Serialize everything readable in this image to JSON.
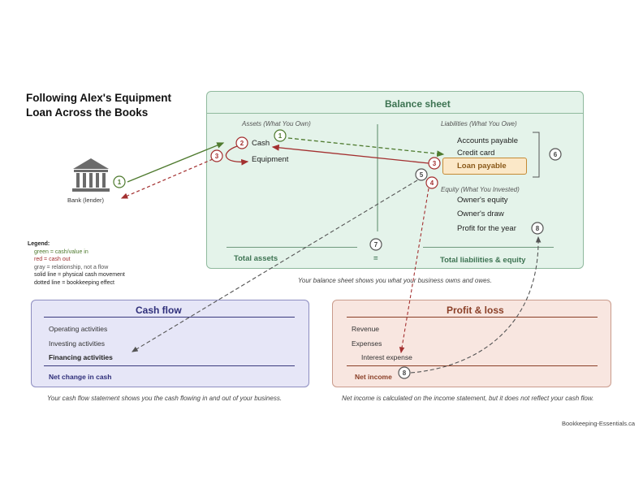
{
  "title": {
    "line1": "Following Alex's Equipment",
    "line2": "Loan Across the Books"
  },
  "balance_sheet": {
    "title": "Balance sheet",
    "assets_heading": "Assets (What You Own)",
    "liabilities_heading": "Liabilities (What You Owe)",
    "equity_heading": "Equity (What You Invested)",
    "assets": [
      "Cash",
      "Equipment"
    ],
    "liabilities": [
      "Accounts payable",
      "Credit card",
      "Loan payable"
    ],
    "equity": [
      "Owner's equity",
      "Owner's draw",
      "Profit for the year"
    ],
    "total_assets": "Total assets",
    "equals": "=",
    "total_liabilities_equity": "Total liabilities & equity",
    "caption": "Your balance sheet shows you what your business owns and owes."
  },
  "bank": {
    "label": "Bank (lender)"
  },
  "cash_flow": {
    "title": "Cash flow",
    "items": [
      "Operating activities",
      "Investing activities",
      "Financing activities"
    ],
    "total": "Net change in cash",
    "caption": "Your cash flow statement shows you the cash flowing in and out of your business."
  },
  "profit_loss": {
    "title": "Profit & loss",
    "items": [
      "Revenue",
      "Expenses",
      "Interest expense"
    ],
    "total": "Net income",
    "caption": "Net income is calculated on the income statement, but it does not reflect your cash flow."
  },
  "legend": {
    "heading": "Legend:",
    "lines": [
      "green = cash/value in",
      "red = cash out",
      "gray = relationship, not a flow",
      "solid line = physical cash movement",
      "dotted line = bookkeeping effect"
    ]
  },
  "step_markers": [
    "1",
    "2",
    "3",
    "1",
    "3",
    "5",
    "4",
    "6",
    "7",
    "8",
    "8"
  ],
  "colors": {
    "green": "#4e7a2e",
    "red": "#a33030",
    "gray": "#666666",
    "bs_title": "#3d7352",
    "cf_title": "#2f2f7a",
    "pl_title": "#8a3f27"
  },
  "footer": "Bookkeeping-Essentials.ca"
}
